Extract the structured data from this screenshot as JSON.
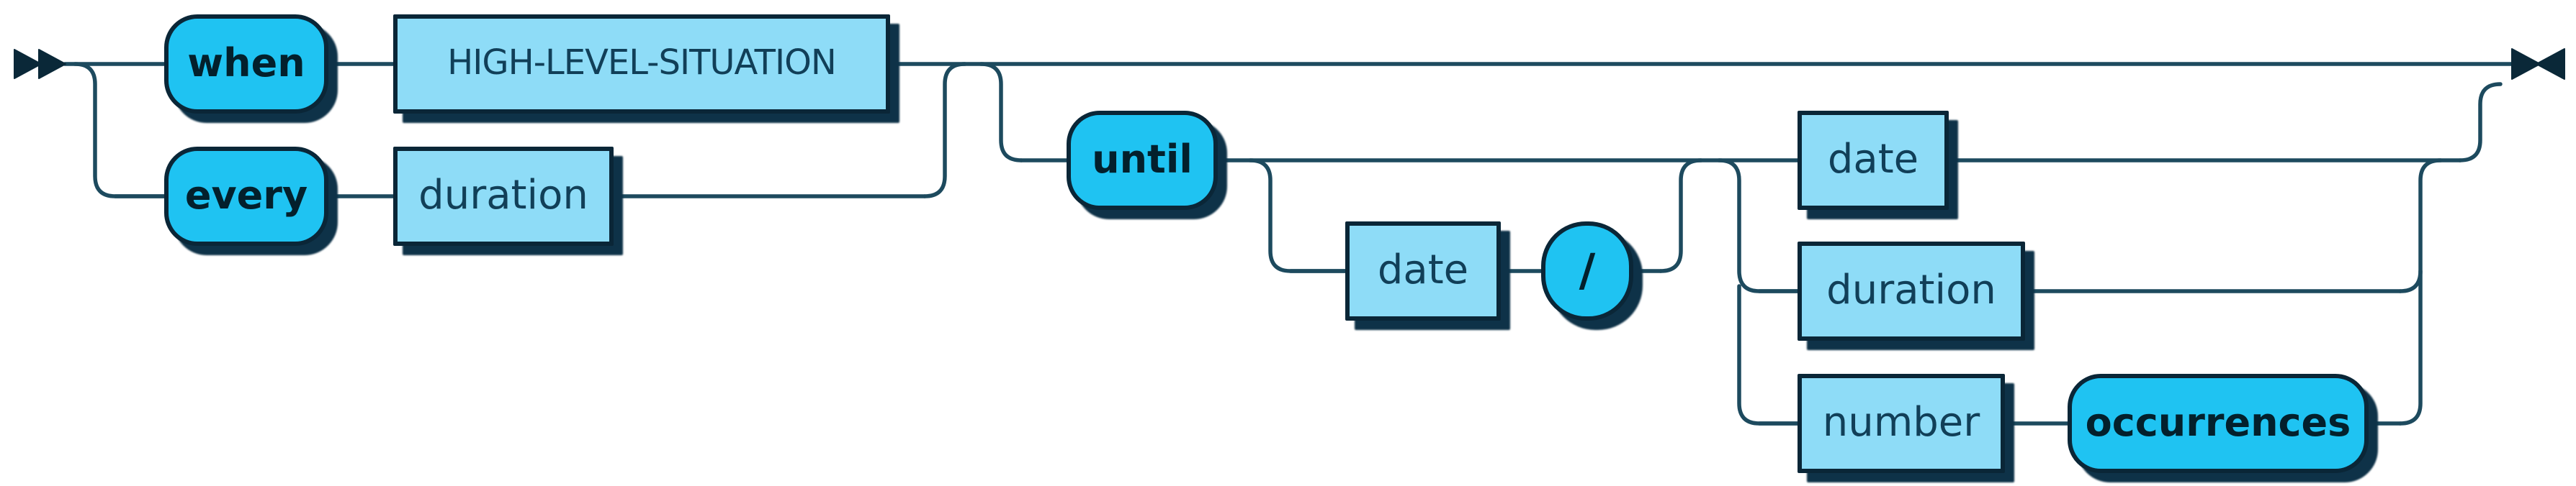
{
  "diagram": {
    "kind": "railroad-syntax-diagram",
    "background": "#ffffff",
    "colors": {
      "terminal_fill": "#1fc3f2",
      "nonterminal_fill": "#8edcf7",
      "node_border": "#0a2637",
      "node_shadow": "#0e3248",
      "rail_line": "#1d4a5e",
      "marker_fill": "#0a2838",
      "terminal_text": "#03202c",
      "nonterminal_text": "#113f58"
    },
    "markers": {
      "start": "double-right-arrows",
      "end": "facing-triangles-bowtie"
    },
    "nodes": [
      {
        "kind": "terminal",
        "label": "when"
      },
      {
        "kind": "nonterminal",
        "label": "HIGH-LEVEL-SITUATION"
      },
      {
        "kind": "terminal",
        "label": "every"
      },
      {
        "kind": "nonterminal",
        "label": "duration"
      },
      {
        "kind": "terminal",
        "label": "until"
      },
      {
        "kind": "nonterminal",
        "label": "date"
      },
      {
        "kind": "terminal",
        "label": "/"
      },
      {
        "kind": "nonterminal",
        "label": "date"
      },
      {
        "kind": "nonterminal",
        "label": "duration"
      },
      {
        "kind": "nonterminal",
        "label": "number"
      },
      {
        "kind": "terminal",
        "label": "occurrences"
      }
    ],
    "grammar_structure": "( when HIGH-LEVEL-SITUATION | every duration ) ( until ( date '/' )? ( date | duration | number occurrences ) )?"
  }
}
